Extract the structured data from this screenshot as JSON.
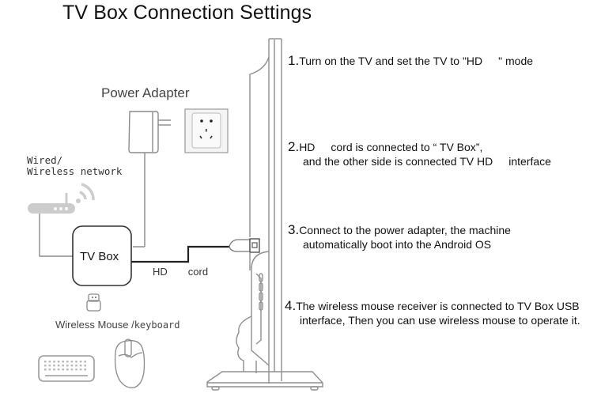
{
  "title": "TV Box Connection Settings",
  "labels": {
    "power_adapter": "Power Adapter",
    "network_line1": "Wired/",
    "network_line2": "Wireless network",
    "tv_box": "TV Box",
    "hd_cord_a": "HD",
    "hd_cord_b": "cord",
    "wireless_mouse": "Wireless Mouse /",
    "keyboard": "keyboard"
  },
  "steps": [
    {
      "num": "1.",
      "line1_a": "Turn on the TV and set the TV to \"HD",
      "line1_b": "\" mode",
      "line2": ""
    },
    {
      "num": "2.",
      "line1_a": "HD",
      "line1_b": "cord is connected to “ TV Box”,",
      "line2_a": "and the other side is connected TV HD",
      "line2_b": "interface"
    },
    {
      "num": "3.",
      "line1": "Connect to the power adapter, the machine",
      "line2": "automatically boot into the Android OS"
    },
    {
      "num": "4.",
      "line1": "The wireless mouse receiver is connected to TV  Box USB",
      "line2": "interface, Then you can use wireless mouse to operate it."
    }
  ],
  "icons": [
    "power-adapter-icon",
    "wall-socket-icon",
    "router-icon",
    "wifi-signal-icon",
    "tv-box-icon",
    "usb-receiver-icon",
    "keyboard-icon",
    "mouse-icon",
    "tv-side-view-icon",
    "hdmi-plug-icon"
  ],
  "colors": {
    "line_dark": "#222222",
    "line_grey": "#8a8a8a",
    "router_grey": "#cccccc",
    "text": "#111111"
  }
}
